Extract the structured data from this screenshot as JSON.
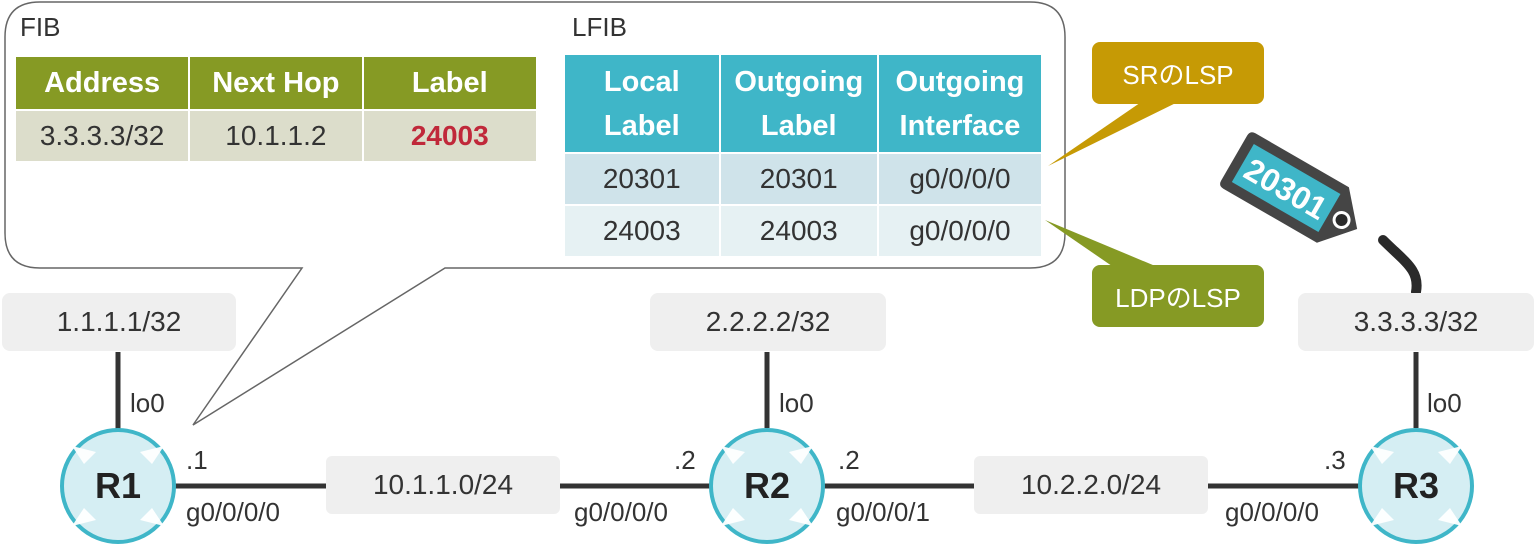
{
  "fib": {
    "title": "FIB",
    "headers": [
      "Address",
      "Next Hop",
      "Label"
    ],
    "row": [
      "3.3.3.3/32",
      "10.1.1.2",
      "24003"
    ]
  },
  "lfib": {
    "title": "LFIB",
    "headers": [
      [
        "Local",
        "Label"
      ],
      [
        "Outgoing",
        "Label"
      ],
      [
        "Outgoing",
        "Interface"
      ]
    ],
    "rows": [
      [
        "20301",
        "20301",
        "g0/0/0/0"
      ],
      [
        "24003",
        "24003",
        "g0/0/0/0"
      ]
    ]
  },
  "callouts": {
    "sr": "SRのLSP",
    "ldp": "LDPのLSP",
    "sr_color": "#c69a05",
    "ldp_color": "#869a24"
  },
  "tag": {
    "label": "20301",
    "color": "#3fb6c8",
    "body_color": "#454545"
  },
  "routers": [
    {
      "name": "R1",
      "loopback": "1.1.1.1/32",
      "lo_if": "lo0"
    },
    {
      "name": "R2",
      "loopback": "2.2.2.2/32",
      "lo_if": "lo0"
    },
    {
      "name": "R3",
      "loopback": "3.3.3.3/32",
      "lo_if": "lo0"
    }
  ],
  "links": [
    {
      "network": "10.1.1.0/24",
      "left_host": ".1",
      "left_if": "g0/0/0/0",
      "right_host": ".2",
      "right_if": "g0/0/0/0"
    },
    {
      "network": "10.2.2.0/24",
      "left_host": ".2",
      "left_if": "g0/0/0/1",
      "right_host": ".3",
      "right_if": "g0/0/0/0"
    }
  ],
  "colors": {
    "router_fill": "#d5eef3",
    "router_stroke": "#3fb6c8",
    "line": "#333333"
  }
}
